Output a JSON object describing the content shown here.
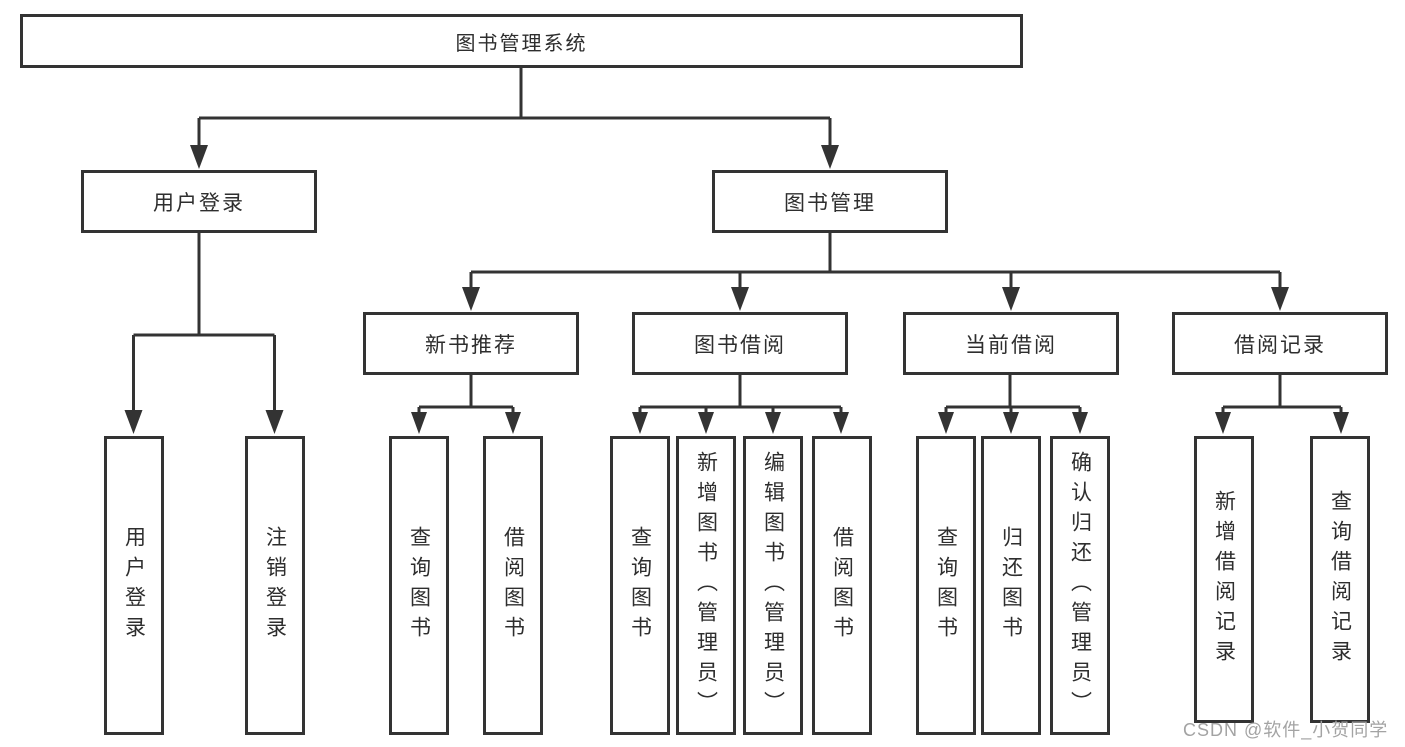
{
  "diagram": {
    "root": "图书管理系统",
    "level2": [
      "用户登录",
      "图书管理"
    ],
    "level3": [
      "新书推荐",
      "图书借阅",
      "当前借阅",
      "借阅记录"
    ],
    "leaves": [
      "用户登录",
      "注销登录",
      "查询图书",
      "借阅图书",
      "查询图书",
      "新增图书（管理员）",
      "编辑图书（管理员）",
      "借阅图书",
      "查询图书",
      "归还图书",
      "确认归还（管理员）",
      "新增借阅记录",
      "查询借阅记录"
    ],
    "colors": {
      "line": "#333333",
      "text": "#2e2e2e",
      "background": "#ffffff",
      "watermark": "#a3a3a3"
    },
    "watermark": "CSDN @软件_小贺同学"
  }
}
